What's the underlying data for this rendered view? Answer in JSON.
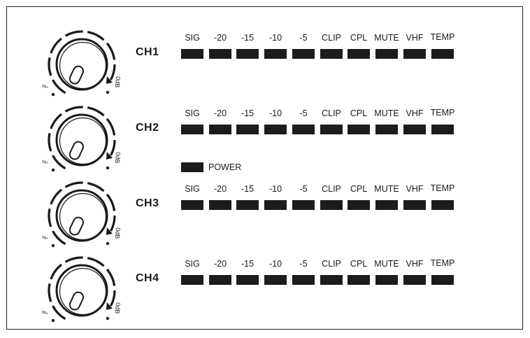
{
  "knob": {
    "min_label": "-∞dB",
    "max_label": "0dB"
  },
  "indicator_labels": [
    "SIG",
    "-20",
    "-15",
    "-10",
    "-5",
    "CLIP",
    "CPL",
    "MUTE",
    "VHF",
    "TEMP"
  ],
  "channels": [
    {
      "label": "CH1"
    },
    {
      "label": "CH2"
    },
    {
      "label": "CH3"
    },
    {
      "label": "CH4"
    }
  ],
  "power": {
    "label": "POWER"
  },
  "colors": {
    "led": "#1c1c1c",
    "stroke": "#1a1a1a",
    "background": "#ffffff"
  }
}
